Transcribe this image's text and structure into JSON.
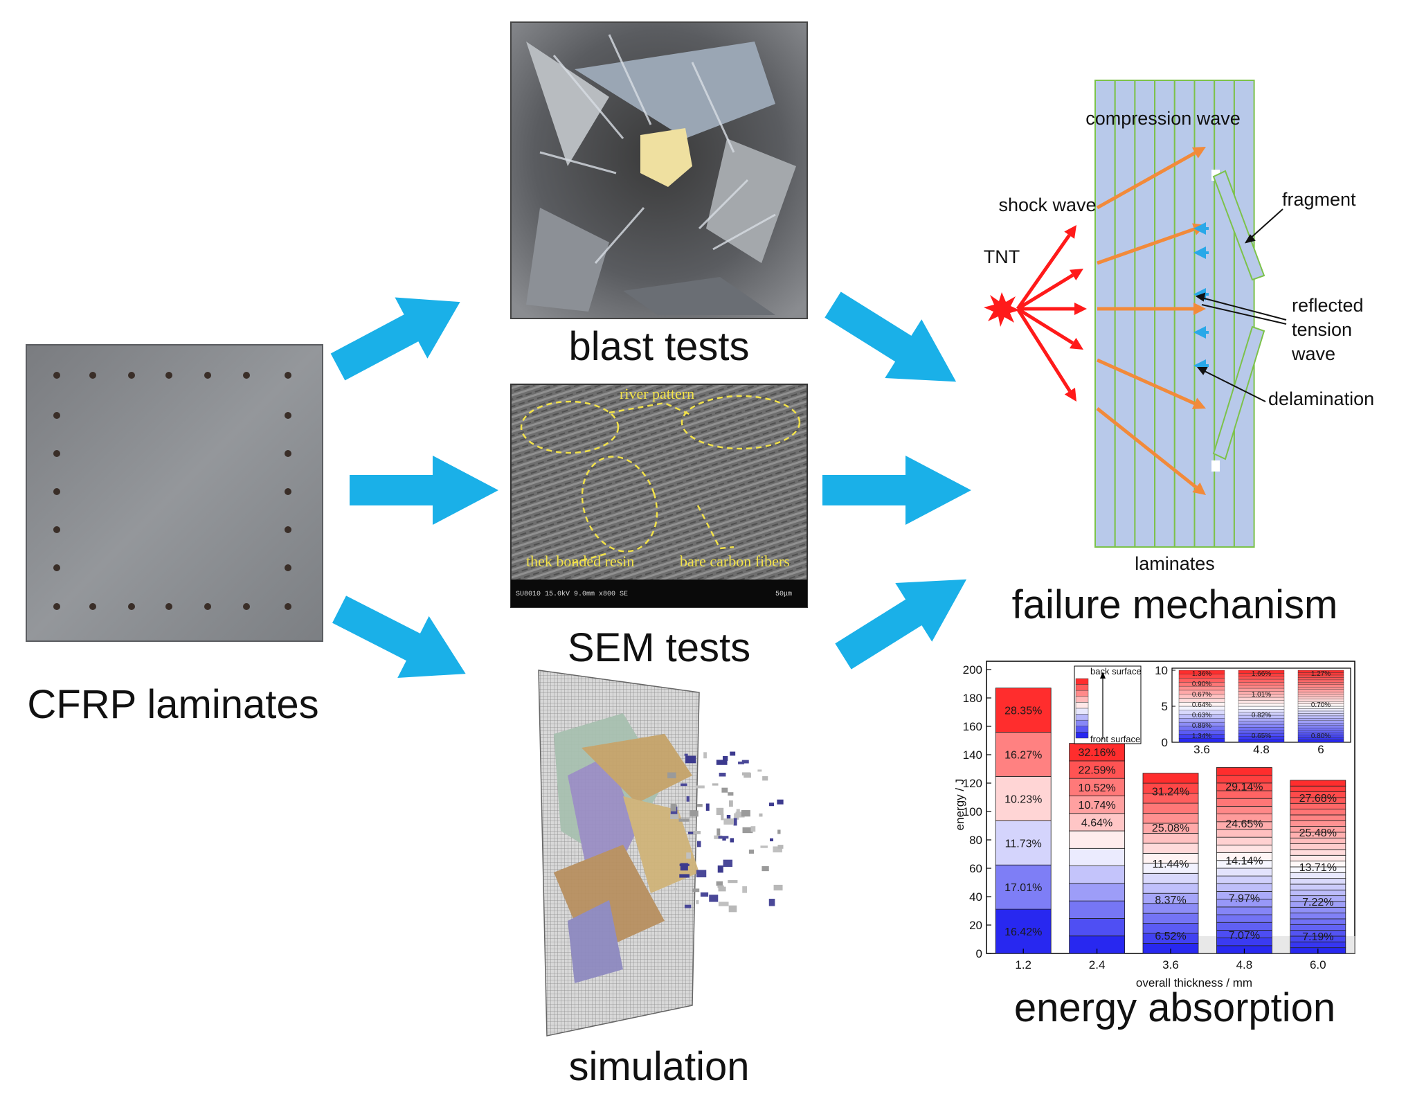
{
  "labels": {
    "cfrp": "CFRP laminates",
    "blast": "blast tests",
    "sem": "SEM tests",
    "simulation": "simulation",
    "failure": "failure mechanism",
    "energy": "energy absorption"
  },
  "sem_annotations": {
    "river": "river pattern",
    "resin": "thek bonded resin",
    "fibers": "bare carbon fibers"
  },
  "failure_diagram": {
    "compression_wave": "compression wave",
    "shock_wave": "shock wave",
    "tnt": "TNT",
    "fragment": "fragment",
    "reflected_1": "reflected",
    "reflected_2": "tension",
    "reflected_3": "wave",
    "delamination": "delamination",
    "laminates": "laminates"
  },
  "colors": {
    "arrow": "#1ab0e8",
    "laminate_fill": "#b8c9ea",
    "laminate_edge": "#7cc24a",
    "shock": "#ff1a1a",
    "compression": "#f28a3a",
    "reflected": "#29a8e8"
  },
  "chart_data": {
    "type": "bar",
    "stacked": true,
    "ylabel": "energy / J",
    "xlabel": "overall thickness / mm",
    "ylim": [
      0,
      200
    ],
    "yticks": [
      0,
      20,
      40,
      60,
      80,
      100,
      120,
      140,
      160,
      180,
      200
    ],
    "categories": [
      "1.2",
      "2.4",
      "3.6",
      "4.8",
      "6.0"
    ],
    "totals": [
      187,
      148,
      127,
      131,
      122
    ],
    "legend": {
      "top": "back surface",
      "bottom": "front surface"
    },
    "segments": [
      {
        "layers": 6,
        "labels": [
          "16.42%",
          "17.01%",
          "11.73%",
          "10.23%",
          "16.27%",
          "28.35%"
        ]
      },
      {
        "layers": 12,
        "labels": [
          "",
          "",
          "",
          "",
          "",
          "",
          "",
          "4.64%",
          "10.74%",
          "10.52%",
          "22.59%",
          "32.16%"
        ]
      },
      {
        "layers": 18,
        "labels": [
          "6.52%",
          "8.37%",
          "11.44%",
          "25.08%",
          "31.24%"
        ]
      },
      {
        "layers": 24,
        "labels": [
          "7.07%",
          "7.97%",
          "14.14%",
          "24.65%",
          "29.14%"
        ]
      },
      {
        "layers": 30,
        "labels": [
          "7.19%",
          "7.22%",
          "13.71%",
          "25.48%",
          "27.68%"
        ]
      }
    ],
    "inset": {
      "ylim": [
        0,
        10
      ],
      "yticks": [
        0,
        5,
        10
      ],
      "categories": [
        "3.6",
        "4.8",
        "6"
      ],
      "labels": [
        [
          "1.36%",
          "0.90%",
          "0.67%",
          "0.64%",
          "0.63%",
          "0.89%",
          "1.34%"
        ],
        [
          "1.66%",
          "1.01%",
          "0.82%",
          "0.65%"
        ],
        [
          "1.27%",
          "0.70%",
          "0.80%"
        ]
      ]
    }
  }
}
